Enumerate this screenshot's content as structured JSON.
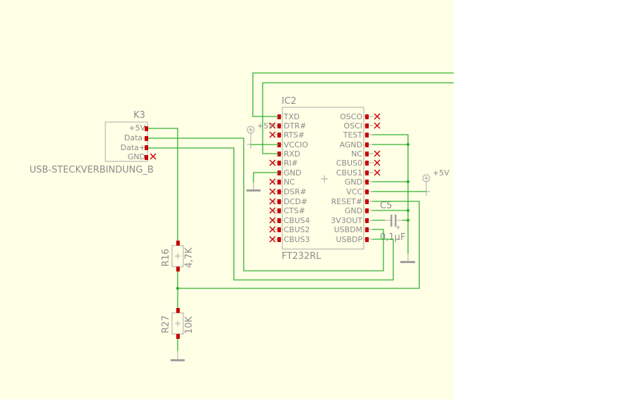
{
  "colors": {
    "canvas": "#ffffe6",
    "wire": "#31b031",
    "pad": "#c80000",
    "text": "#8c8c8c",
    "symbol": "#a8a8a8"
  },
  "ic2": {
    "name": "IC2",
    "value": "FT232RL",
    "left_pins": [
      "TXD",
      "DTR#",
      "RTS#",
      "VCCIO",
      "RXD",
      "RI#",
      "GND",
      "NC",
      "DSR#",
      "DCD#",
      "CTS#",
      "CBUS4",
      "CBUS2",
      "CBUS3"
    ],
    "right_pins": [
      "OSCO",
      "OSCI",
      "TEST",
      "AGND",
      "NC",
      "CBUS0",
      "CBUS1",
      "GND",
      "VCC",
      "RESET#",
      "GND",
      "3V3OUT",
      "USBDM",
      "USBDP"
    ]
  },
  "k3": {
    "name": "K3",
    "value": "USB-STECKVERBINDUNG_B",
    "pins": [
      "+5V",
      "Data-",
      "Data+",
      "GND"
    ]
  },
  "r16": {
    "name": "R16",
    "value": "4,7K"
  },
  "r27": {
    "name": "R27",
    "value": "10K"
  },
  "c5": {
    "name": "C5",
    "value": "0,1µF"
  },
  "supply": {
    "left": "+5V",
    "right": "+5V"
  }
}
